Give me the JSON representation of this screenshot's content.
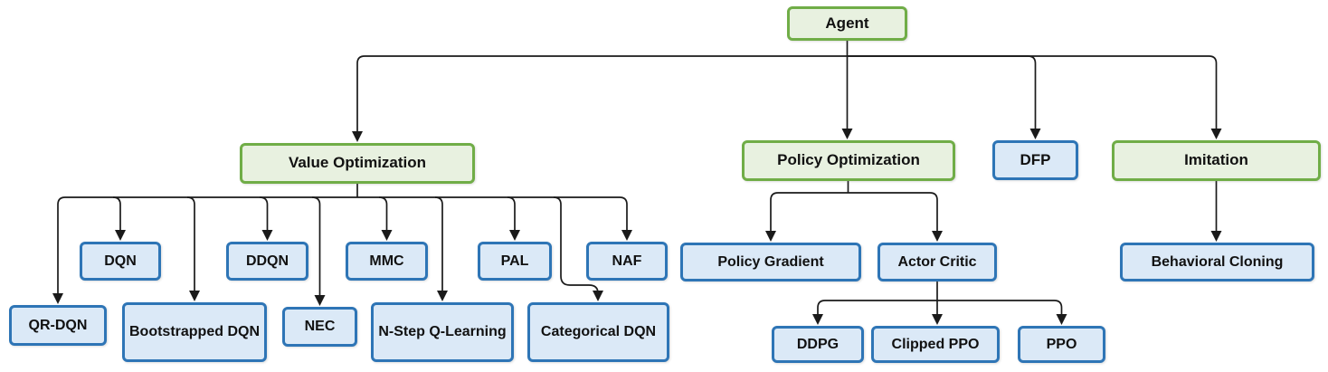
{
  "colors": {
    "green_fill": "#e8f1e0",
    "green_border": "#70ad47",
    "blue_fill": "#dbe9f7",
    "blue_border": "#2e75b6",
    "line": "#1a1a1a",
    "text": "#111111"
  },
  "nodes": {
    "agent": {
      "label": "Agent",
      "type": "green"
    },
    "value_optimization": {
      "label": "Value Optimization",
      "type": "green"
    },
    "policy_optimization": {
      "label": "Policy Optimization",
      "type": "green"
    },
    "dfp": {
      "label": "DFP",
      "type": "blue"
    },
    "imitation": {
      "label": "Imitation",
      "type": "green"
    },
    "dqn": {
      "label": "DQN",
      "type": "blue"
    },
    "ddqn": {
      "label": "DDQN",
      "type": "blue"
    },
    "mmc": {
      "label": "MMC",
      "type": "blue"
    },
    "pal": {
      "label": "PAL",
      "type": "blue"
    },
    "naf": {
      "label": "NAF",
      "type": "blue"
    },
    "qr_dqn": {
      "label": "QR-DQN",
      "type": "blue"
    },
    "bootstrapped_dqn": {
      "label": "Bootstrapped DQN",
      "type": "blue"
    },
    "nec": {
      "label": "NEC",
      "type": "blue"
    },
    "n_step_q_learning": {
      "label": "N-Step Q-Learning",
      "type": "blue"
    },
    "categorical_dqn": {
      "label": "Categorical DQN",
      "type": "blue"
    },
    "policy_gradient": {
      "label": "Policy Gradient",
      "type": "blue"
    },
    "actor_critic": {
      "label": "Actor Critic",
      "type": "blue"
    },
    "ddpg": {
      "label": "DDPG",
      "type": "blue"
    },
    "clipped_ppo": {
      "label": "Clipped PPO",
      "type": "blue"
    },
    "ppo": {
      "label": "PPO",
      "type": "blue"
    },
    "behavioral_cloning": {
      "label": "Behavioral Cloning",
      "type": "blue"
    }
  },
  "edges": [
    [
      "Agent",
      "Value Optimization"
    ],
    [
      "Agent",
      "Policy Optimization"
    ],
    [
      "Agent",
      "DFP"
    ],
    [
      "Agent",
      "Imitation"
    ],
    [
      "Value Optimization",
      "QR-DQN"
    ],
    [
      "Value Optimization",
      "DQN"
    ],
    [
      "Value Optimization",
      "Bootstrapped DQN"
    ],
    [
      "Value Optimization",
      "DDQN"
    ],
    [
      "Value Optimization",
      "NEC"
    ],
    [
      "Value Optimization",
      "MMC"
    ],
    [
      "Value Optimization",
      "N-Step Q-Learning"
    ],
    [
      "Value Optimization",
      "PAL"
    ],
    [
      "Value Optimization",
      "Categorical DQN"
    ],
    [
      "Value Optimization",
      "NAF"
    ],
    [
      "Policy Optimization",
      "Policy Gradient"
    ],
    [
      "Policy Optimization",
      "Actor Critic"
    ],
    [
      "Actor Critic",
      "DDPG"
    ],
    [
      "Actor Critic",
      "Clipped PPO"
    ],
    [
      "Actor Critic",
      "PPO"
    ],
    [
      "Imitation",
      "Behavioral Cloning"
    ]
  ]
}
